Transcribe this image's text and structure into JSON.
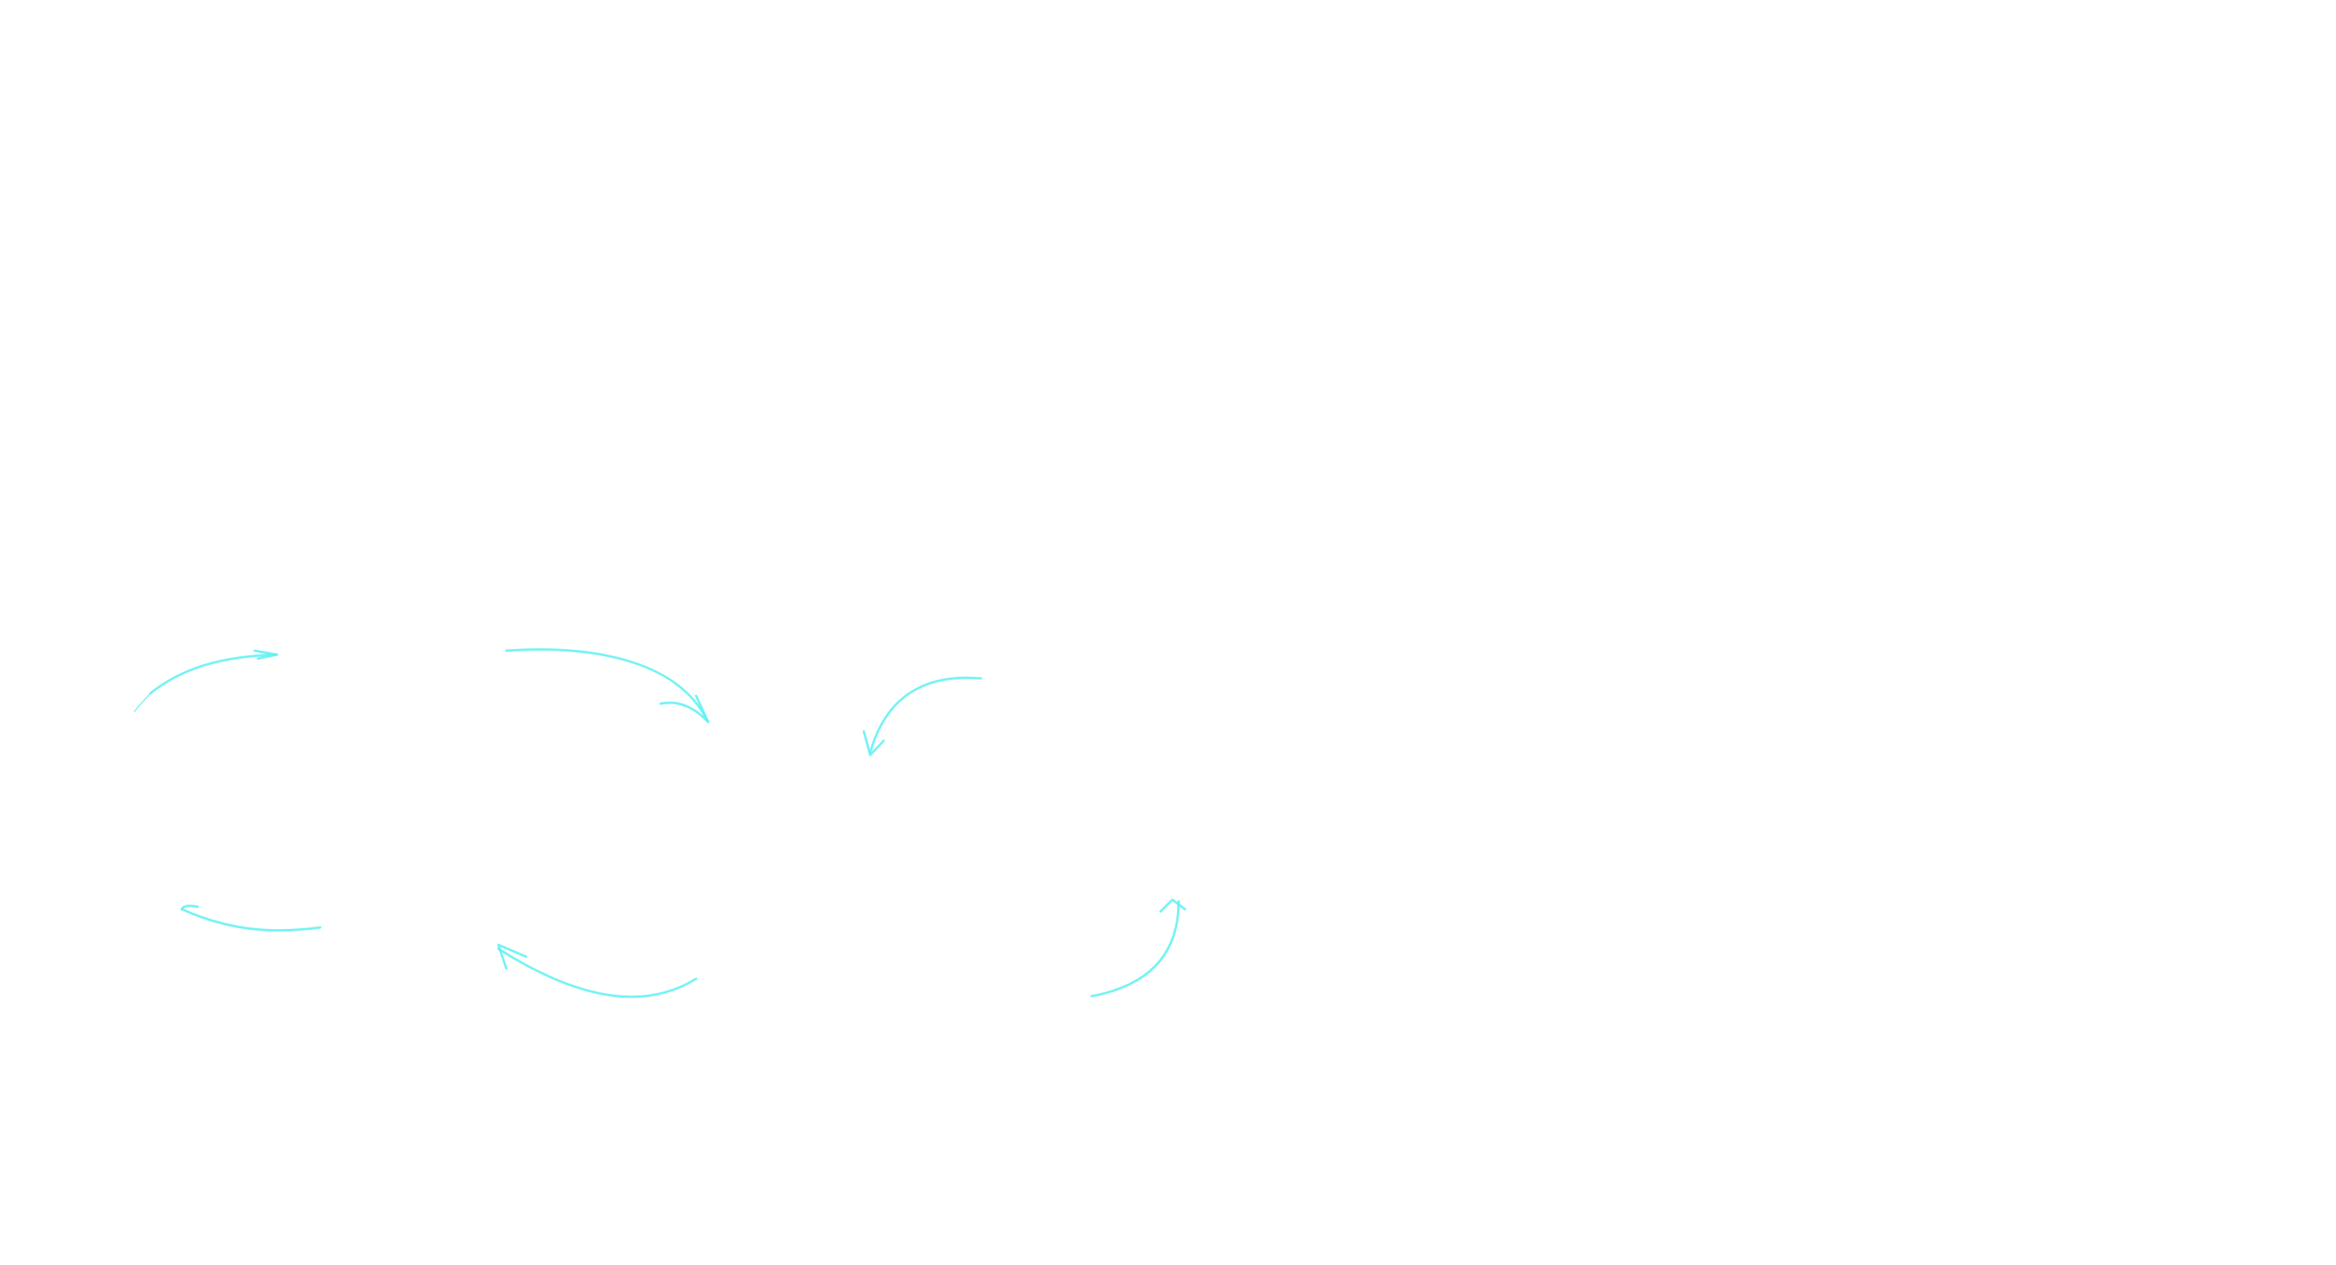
{
  "diagram": {
    "type": "arrow-cycle-sketch",
    "background_color": "#ffffff",
    "stroke_color": "#5ef1f2",
    "arrows": [
      {
        "id": "arrow-1",
        "icon": "curved-arrow-icon",
        "direction": "right"
      },
      {
        "id": "arrow-2",
        "icon": "curved-arrow-icon",
        "direction": "down-right"
      },
      {
        "id": "arrow-3",
        "icon": "curved-arrow-icon",
        "direction": "down"
      },
      {
        "id": "arrow-4",
        "icon": "curved-arrow-icon",
        "direction": "up"
      },
      {
        "id": "arrow-5",
        "icon": "curved-arrow-icon",
        "direction": "left"
      },
      {
        "id": "arrow-6",
        "icon": "curved-arrow-icon",
        "direction": "left"
      }
    ]
  }
}
